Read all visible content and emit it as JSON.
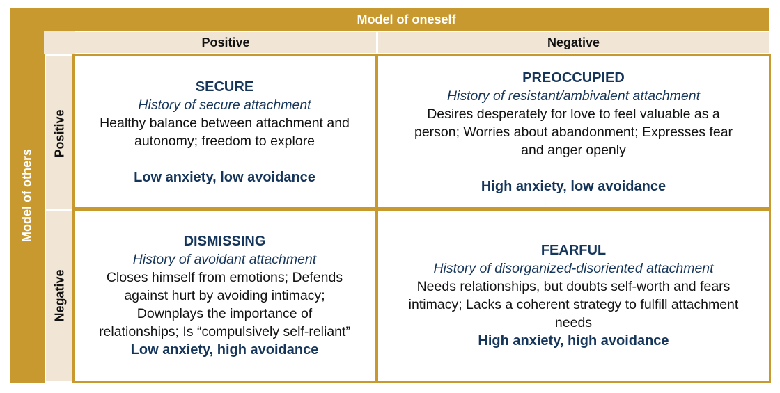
{
  "header": {
    "top_label": "Model of oneself",
    "side_label": "Model of others",
    "col_positive": "Positive",
    "col_negative": "Negative",
    "row_positive": "Positive",
    "row_negative": "Negative"
  },
  "colors": {
    "accent": "#c8992f",
    "light": "#f1e6d5",
    "title_navy": "#16355a"
  },
  "quadrants": {
    "secure": {
      "title": "SECURE",
      "history": "History of secure attachment",
      "desc_lines": [
        "Healthy balance between attachment and",
        "autonomy; freedom to explore"
      ],
      "summary": "Low anxiety, low avoidance"
    },
    "preoccupied": {
      "title": "PREOCCUPIED",
      "history": "History of resistant/ambivalent attachment",
      "desc_lines": [
        "Desires desperately for love to feel valuable as a",
        "person; Worries about abandonment; Expresses fear",
        "and anger openly"
      ],
      "summary": "High anxiety, low avoidance"
    },
    "dismissing": {
      "title": "DISMISSING",
      "history": "History of avoidant attachment",
      "desc_lines": [
        "Closes himself from emotions; Defends",
        "against hurt by avoiding intimacy;",
        "Downplays the importance of",
        "relationships; Is “compulsively self-reliant”"
      ],
      "summary": "Low anxiety, high avoidance"
    },
    "fearful": {
      "title": "FEARFUL",
      "history": "History of disorganized-disoriented attachment",
      "desc_lines": [
        "Needs relationships, but doubts self-worth and fears",
        "intimacy; Lacks a coherent strategy to fulfill attachment",
        "needs"
      ],
      "summary": "High anxiety, high avoidance"
    }
  }
}
